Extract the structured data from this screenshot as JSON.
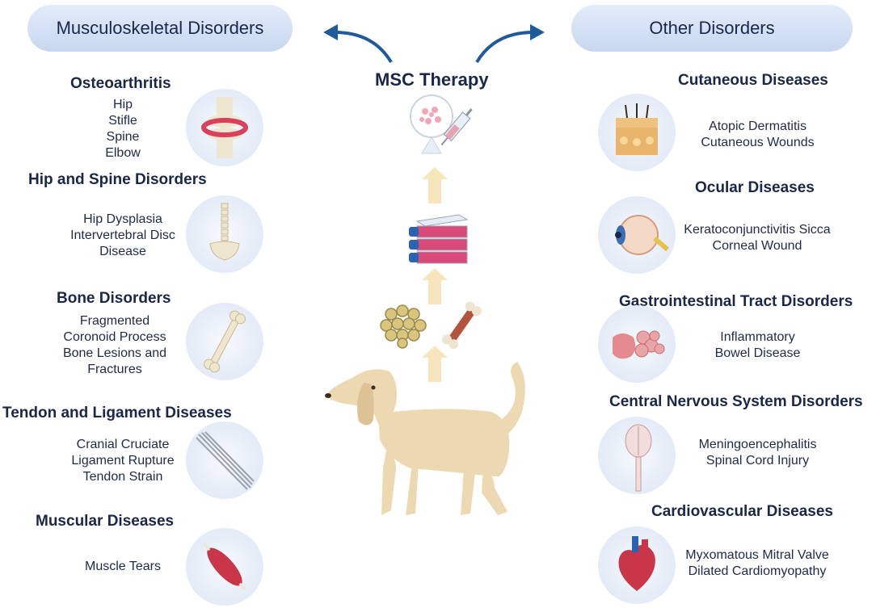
{
  "left": {
    "header": "Musculoskeletal Disorders",
    "groups": [
      {
        "title": "Osteoarthritis",
        "items": [
          "Hip",
          "Stifle",
          "Spine",
          "Elbow"
        ],
        "icon": "joint-icon"
      },
      {
        "title": "Hip and Spine Disorders",
        "items": [
          "Hip Dysplasia",
          "Intervertebral Disc",
          "Disease"
        ],
        "icon": "spine-icon"
      },
      {
        "title": "Bone Disorders",
        "items": [
          "Fragmented",
          "Coronoid Process",
          "Bone Lesions and",
          "Fractures"
        ],
        "icon": "bone-icon"
      },
      {
        "title": "Tendon and Ligament Diseases",
        "items": [
          "Cranial Cruciate",
          "Ligament Rupture",
          "Tendon Strain"
        ],
        "icon": "ligament-icon"
      },
      {
        "title": "Muscular Diseases",
        "items": [
          "Muscle Tears"
        ],
        "icon": "muscle-icon"
      }
    ]
  },
  "right": {
    "header": "Other Disorders",
    "groups": [
      {
        "title": "Cutaneous Diseases",
        "items": [
          "Atopic Dermatitis",
          "Cutaneous Wounds"
        ],
        "icon": "skin-icon"
      },
      {
        "title": "Ocular Diseases",
        "items": [
          "Keratoconjunctivitis Sicca",
          "Corneal Wound"
        ],
        "icon": "eye-icon"
      },
      {
        "title": "Gastrointestinal Tract Disorders",
        "items": [
          "Inflammatory",
          "Bowel Disease"
        ],
        "icon": "intestine-icon"
      },
      {
        "title": "Central Nervous System Disorders",
        "items": [
          "Meningoencephalitis",
          "Spinal Cord Injury"
        ],
        "icon": "brain-icon"
      },
      {
        "title": "Cardiovascular Diseases",
        "items": [
          "Myxomatous Mitral Valve",
          "Dilated Cardiomyopathy"
        ],
        "icon": "heart-icon"
      }
    ]
  },
  "center": {
    "title": "MSC Therapy",
    "icons": [
      "syringe-icon",
      "culture-flask-icon",
      "adipose-tissue-icon",
      "bone-marrow-icon",
      "dog-icon"
    ]
  },
  "colors": {
    "header_fill": "#d4e0f3",
    "title_text": "#1b2748",
    "arrow_blue": "#1f5a9a",
    "up_arrow": "#f7e4b5",
    "dog": "#ecd9b2"
  }
}
